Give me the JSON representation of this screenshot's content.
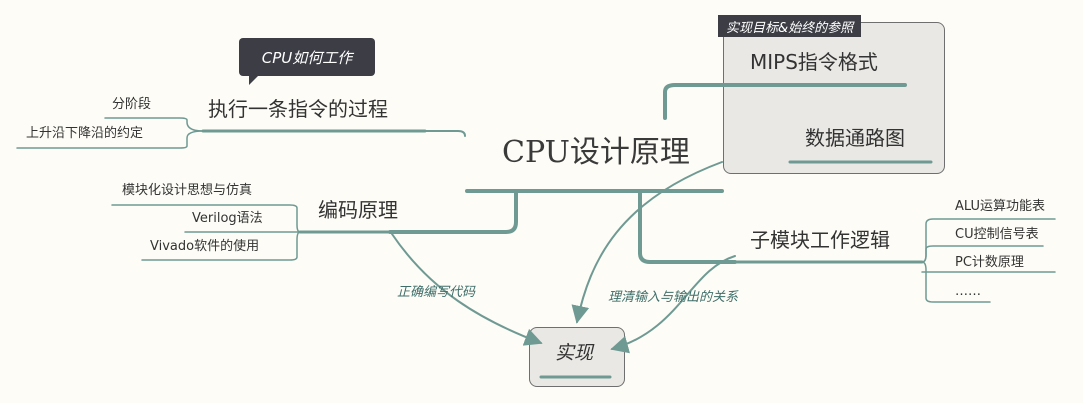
{
  "root": "CPU设计原理",
  "callout": "CPU如何工作",
  "branch_exec": {
    "label": "执行一条指令的过程",
    "children": [
      "分阶段",
      "上升沿下降沿的约定"
    ]
  },
  "branch_code": {
    "label": "编码原理",
    "children": [
      "模块化设计思想与仿真",
      "Verilog语法",
      "Vivado软件的使用"
    ]
  },
  "boundary": {
    "label": "实现目标&始终的参照",
    "items": [
      "MIPS指令格式",
      "数据通路图"
    ]
  },
  "branch_sub": {
    "label": "子模块工作逻辑",
    "children": [
      "ALU运算功能表",
      "CU控制信号表",
      "PC计数原理",
      "……"
    ]
  },
  "implement": "实现",
  "relations": {
    "code_to_impl": "正确编写代码",
    "sub_to_impl": "理清输入与输出的关系"
  },
  "colors": {
    "line": "#6f9a93",
    "callout_bg": "#3c3d45",
    "boundary_bg": "#e9e8e4",
    "background": "#fdfcf6"
  }
}
